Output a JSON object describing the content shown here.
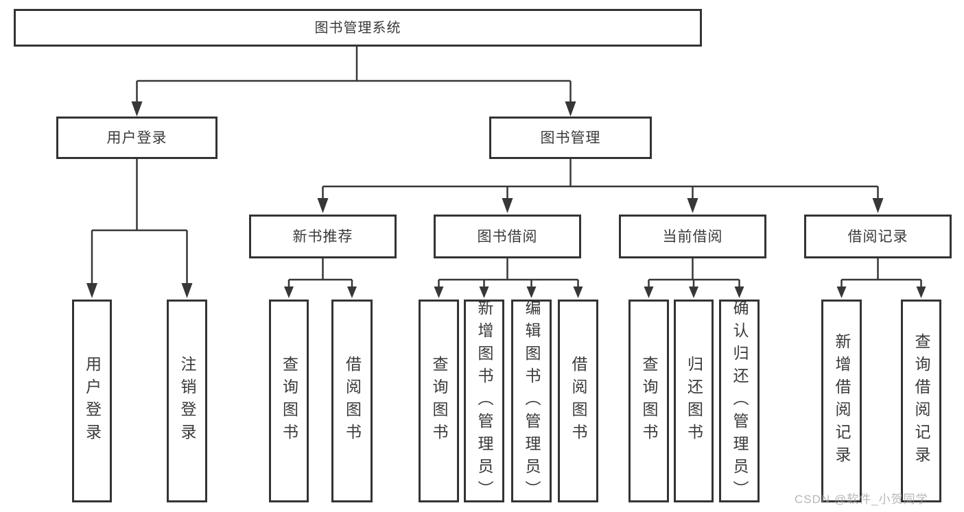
{
  "tree": {
    "label": "图书管理系统",
    "children": [
      {
        "label": "用户登录",
        "children": [
          {
            "label": "用户登录"
          },
          {
            "label": "注销登录"
          }
        ]
      },
      {
        "label": "图书管理",
        "children": [
          {
            "label": "新书推荐",
            "children": [
              {
                "label": "查询图书"
              },
              {
                "label": "借阅图书"
              }
            ]
          },
          {
            "label": "图书借阅",
            "children": [
              {
                "label": "查询图书"
              },
              {
                "label": "新增图书（管理员）"
              },
              {
                "label": "编辑图书（管理员）"
              },
              {
                "label": "借阅图书"
              }
            ]
          },
          {
            "label": "当前借阅",
            "children": [
              {
                "label": "查询图书"
              },
              {
                "label": "归还图书"
              },
              {
                "label": "确认归还（管理员）"
              }
            ]
          },
          {
            "label": "借阅记录",
            "children": [
              {
                "label": "新增借阅记录"
              },
              {
                "label": "查询借阅记录"
              }
            ]
          }
        ]
      }
    ]
  },
  "watermark": "CSDN @软件_小贺同学",
  "colors": {
    "line": "#373737",
    "text": "#3a3a3a",
    "box_border": "#333333",
    "box_background": "#ffffff",
    "watermark": "#9e9e9e"
  }
}
